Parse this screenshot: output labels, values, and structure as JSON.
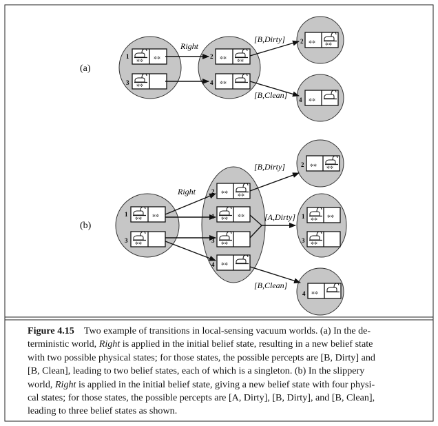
{
  "panel_a": {
    "label": "(a)",
    "action_label": "Right",
    "percept_dirty": "[B,Dirty]",
    "percept_clean": "[B,Clean]",
    "initial_states": [
      "1",
      "3"
    ],
    "middle_states": [
      "2",
      "4"
    ],
    "result_states": [
      "2",
      "4"
    ]
  },
  "panel_b": {
    "label": "(b)",
    "action_label": "Right",
    "percept_b_dirty": "[B,Dirty]",
    "percept_a_dirty": "[A,Dirty]",
    "percept_b_clean": "[B,Clean]",
    "initial_states": [
      "1",
      "3"
    ],
    "middle_states": [
      "2",
      "1",
      "3",
      "4"
    ],
    "top_result_state": "2",
    "right_result_states": [
      "1",
      "3"
    ],
    "bottom_result_state": "4"
  },
  "caption": {
    "figure_label": "Figure 4.15",
    "line1": "Two example of transitions in local-sensing vacuum worlds. (a) In the de-",
    "line2a": "terministic world, ",
    "line2_italic": "Right",
    "line2b": " is applied in the initial belief state, resulting in a new belief state",
    "line3": "with two possible physical states; for those states, the possible percepts are [B, Dirty] and",
    "line4": "[B, Clean], leading to two belief states, each of which is a singleton.  (b) In the slippery",
    "line5a": "world, ",
    "line5_italic": "Right",
    "line5b": " is applied in the initial belief state, giving a new belief state with four physi-",
    "line6": "cal states; for those states, the possible percepts are [A, Dirty], [B, Dirty], and [B, Clean],",
    "line7": "leading to three belief states as shown."
  }
}
